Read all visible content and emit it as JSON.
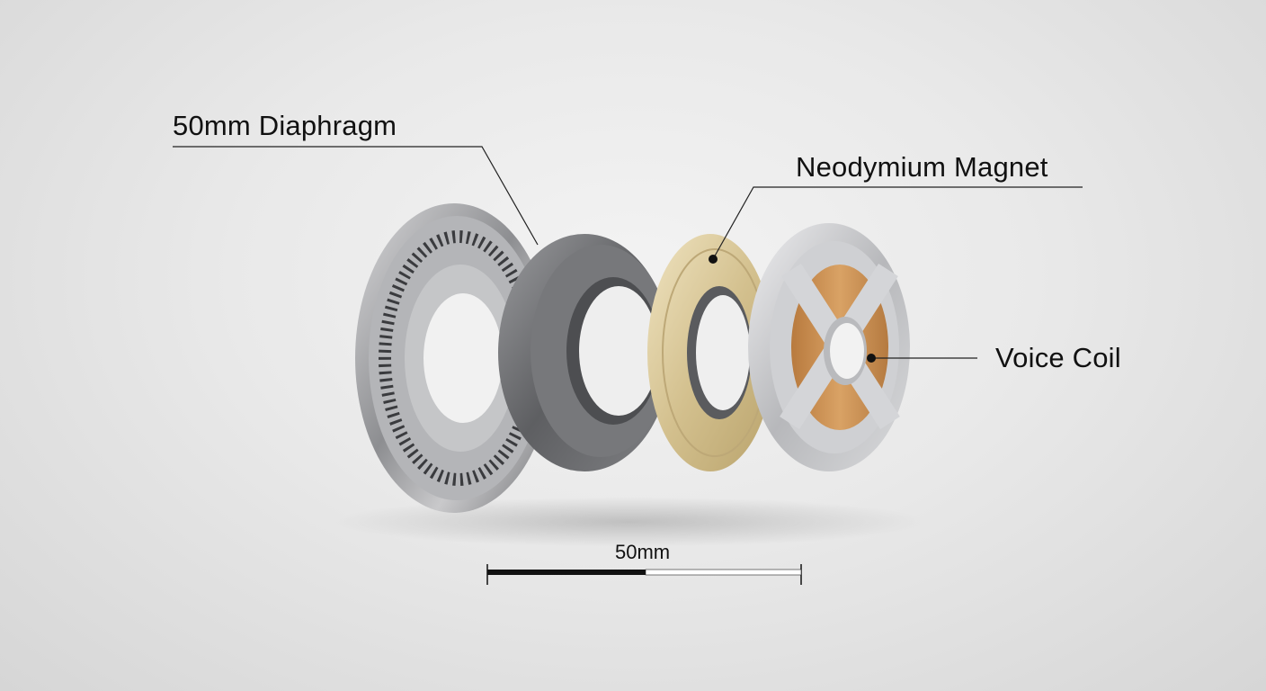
{
  "diagram": {
    "type": "exploded-view",
    "subject": "headphone driver assembly",
    "callouts": [
      {
        "label": "50mm Diaphragm",
        "component": "diaphragm"
      },
      {
        "label": "Neodymium Magnet",
        "component": "magnet"
      },
      {
        "label": "Voice Coil",
        "component": "voice-coil"
      }
    ],
    "scale_bar": {
      "label": "50mm"
    },
    "colors": {
      "background": "#e8e8e8",
      "text": "#111111",
      "diaphragm_metal": "#a9a9ab",
      "housing_dark": "#6e6f72",
      "magnet_brass": "#d9c79a",
      "coil_copper": "#c9904f",
      "frame_silver": "#c8c9cc"
    }
  }
}
